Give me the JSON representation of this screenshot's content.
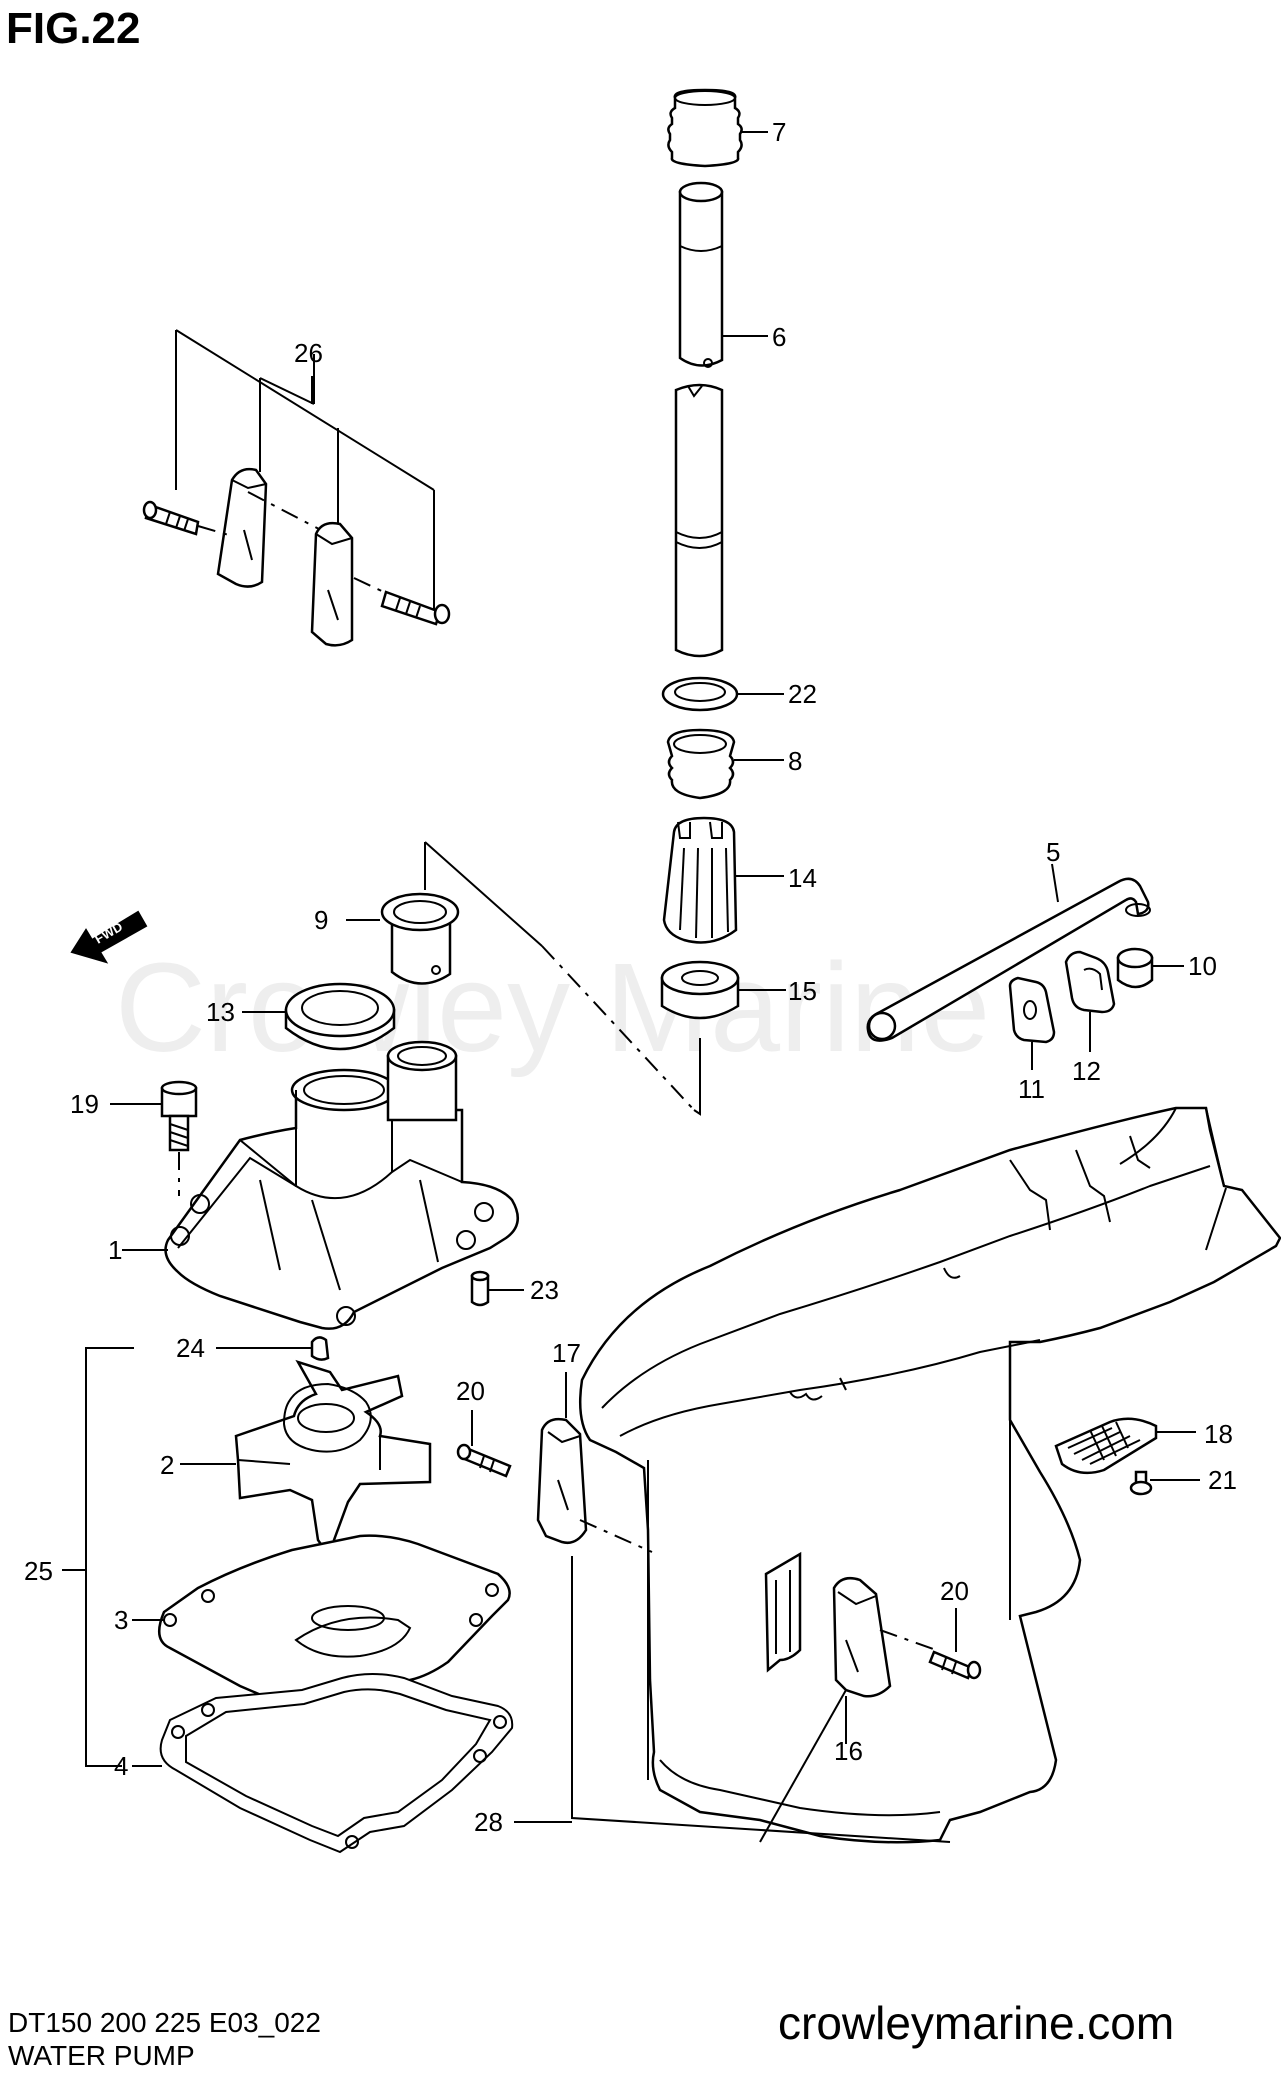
{
  "figure": {
    "title": "FIG.22",
    "model_code": "DT150 200 225 E03_022",
    "caption": "WATER PUMP",
    "website": "crowleymarine.com",
    "watermark": "Crowley Marine",
    "fwd_label": "FWD"
  },
  "callouts": {
    "c1": "1",
    "c2": "2",
    "c3": "3",
    "c4": "4",
    "c5": "5",
    "c6": "6",
    "c7": "7",
    "c8": "8",
    "c9": "9",
    "c10": "10",
    "c11": "11",
    "c12": "12",
    "c13": "13",
    "c14": "14",
    "c15": "15",
    "c16": "16",
    "c17": "17",
    "c18": "18",
    "c19": "19",
    "c20a": "20",
    "c20b": "20",
    "c21": "21",
    "c22": "22",
    "c23": "23",
    "c24": "24",
    "c25": "25",
    "c26": "26",
    "c28": "28"
  },
  "colors": {
    "line": "#000000",
    "watermark": "#eeeeee",
    "background": "#ffffff"
  }
}
